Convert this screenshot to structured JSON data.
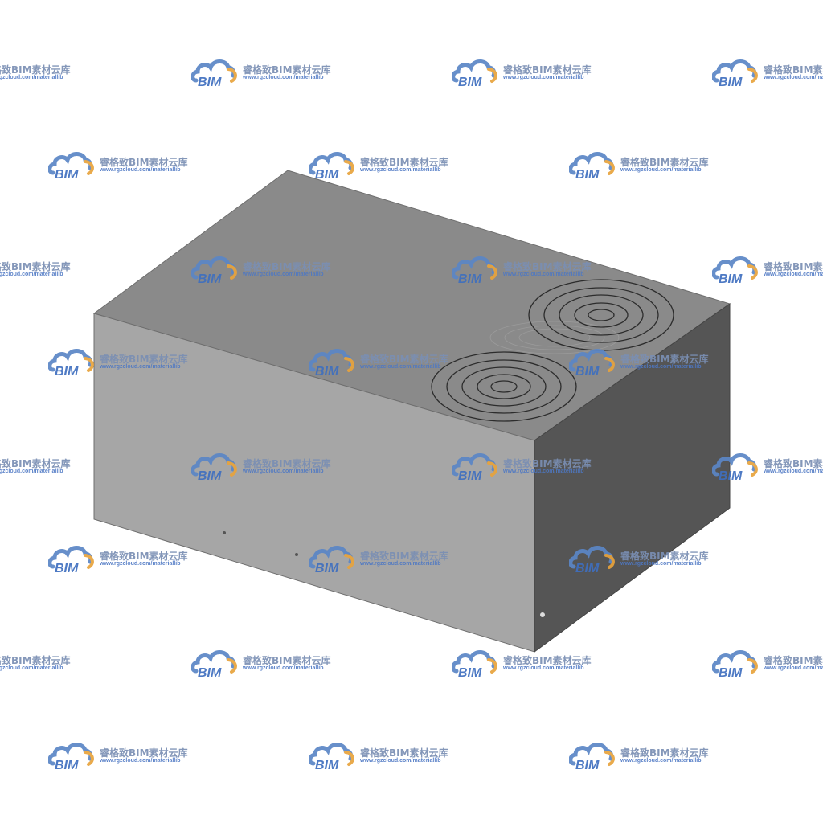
{
  "watermark": {
    "logo_text": "BIM",
    "title": "睿格致BIM素材云库",
    "url": "www.rgzcloud.com/materiallib",
    "colors": {
      "cloud_blue": "#5b86c6",
      "cloud_orange": "#e8a33c",
      "logo_text": "#3f6fbf",
      "title_text": "#7a8fb4",
      "url_text": "#4e78c4"
    }
  },
  "model": {
    "description_icon": "rectangular-block-with-coil-marks",
    "colors": {
      "top_face": "#8a8a8a",
      "front_face": "#a6a6a6",
      "side_face": "#555555",
      "edges": "#444444",
      "rings": "#2c2c2c",
      "background": "#ffffff"
    }
  }
}
